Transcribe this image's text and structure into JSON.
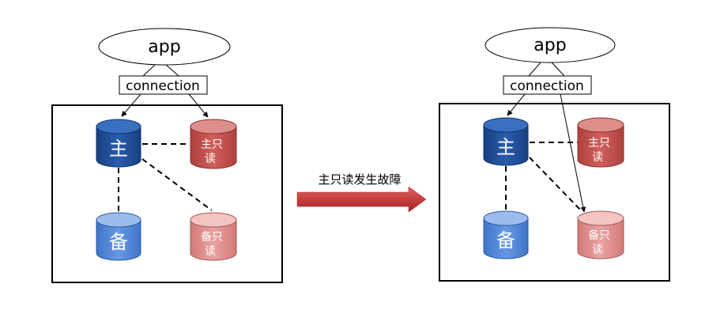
{
  "left": {
    "app_label": "app",
    "connection_label": "connection",
    "primary": "主",
    "readonly_primary": [
      "主只",
      "读"
    ],
    "standby": "备",
    "readonly_standby": [
      "备只",
      "读"
    ]
  },
  "middle": {
    "event_label": "主只读发生故障"
  },
  "right": {
    "app_label": "app",
    "connection_label": "connection",
    "primary": "主",
    "readonly_primary": [
      "主只",
      "读"
    ],
    "standby": "备",
    "readonly_standby": [
      "备只",
      "读"
    ]
  },
  "colors": {
    "primary_blue": "#1f4e9a",
    "standby_blue": "#4f86d8",
    "readonly_red": "#c0504d",
    "readonly_pink": "#dd8c8a",
    "arrow_red": "#c0302c"
  }
}
